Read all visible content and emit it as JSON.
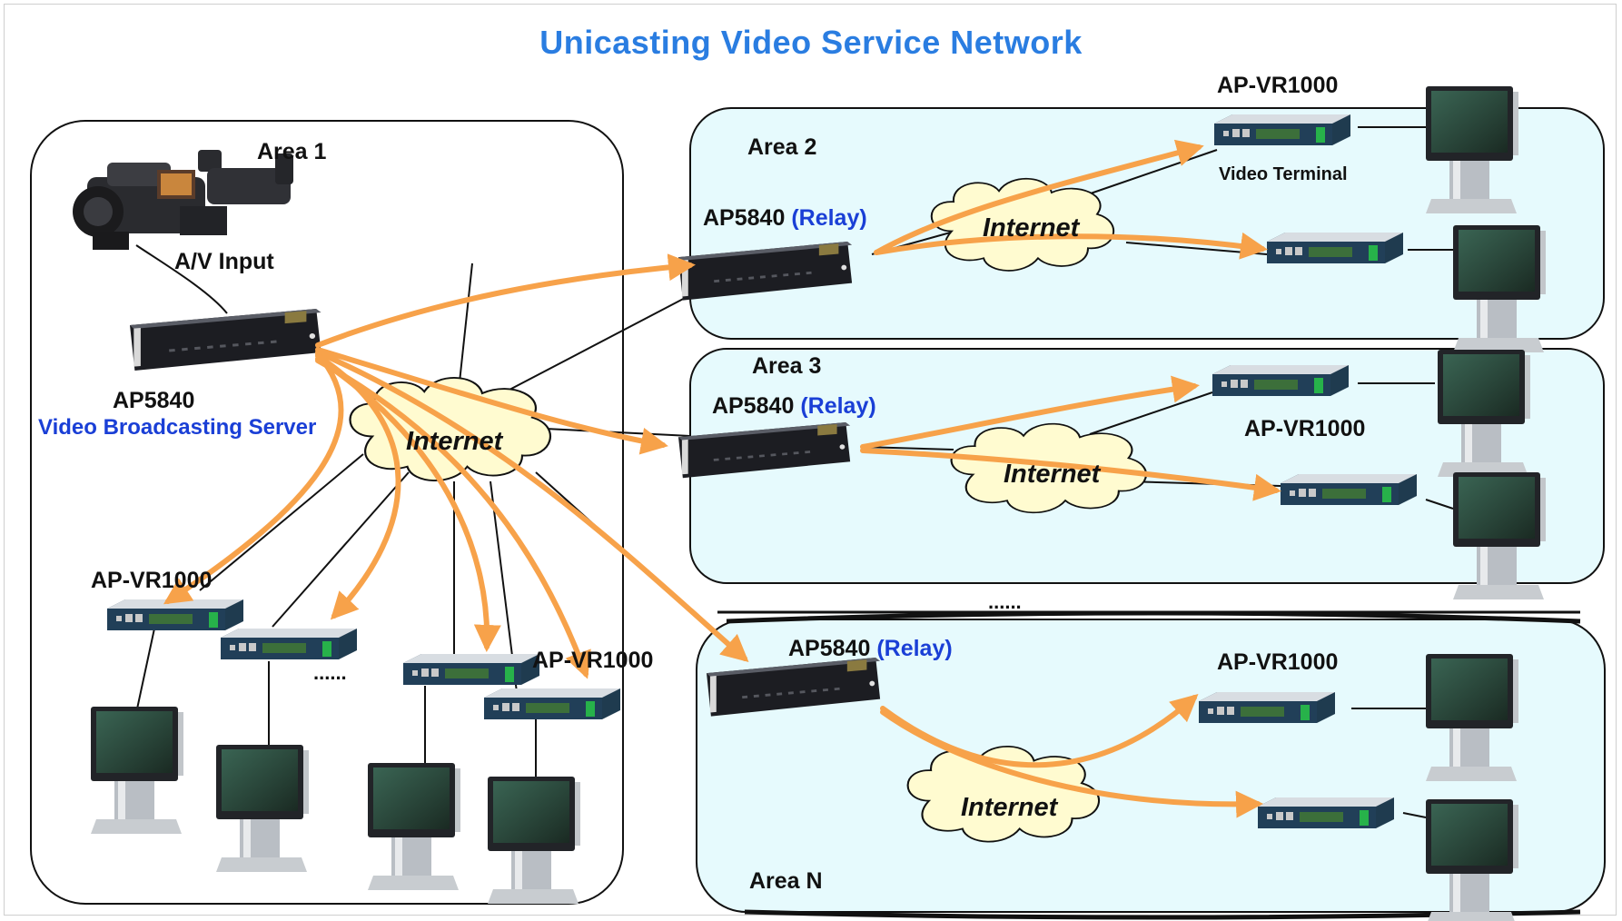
{
  "title": "Unicasting  Video Service Network",
  "areas": {
    "area1": "Area 1",
    "area2": "Area 2",
    "area3": "Area 3",
    "areaN": "Area N"
  },
  "labels": {
    "av_input": "A/V Input",
    "server_model": "AP5840",
    "server_role": "Video Broadcasting Server",
    "relay_model": "AP5840",
    "relay_tag": "(Relay)",
    "receiver": "AP-VR1000",
    "video_terminal": "Video Terminal",
    "internet": "Internet",
    "ellipsis": "......"
  },
  "colors": {
    "title": "#2a7de1",
    "relay_tag": "#1a3fd6",
    "area_fill": "#e6fafd",
    "arrow": "#f7a24a"
  },
  "icons": [
    "camcorder-icon",
    "server-rack-icon",
    "receiver-box-icon",
    "display-monitor-icon",
    "cloud-icon"
  ]
}
